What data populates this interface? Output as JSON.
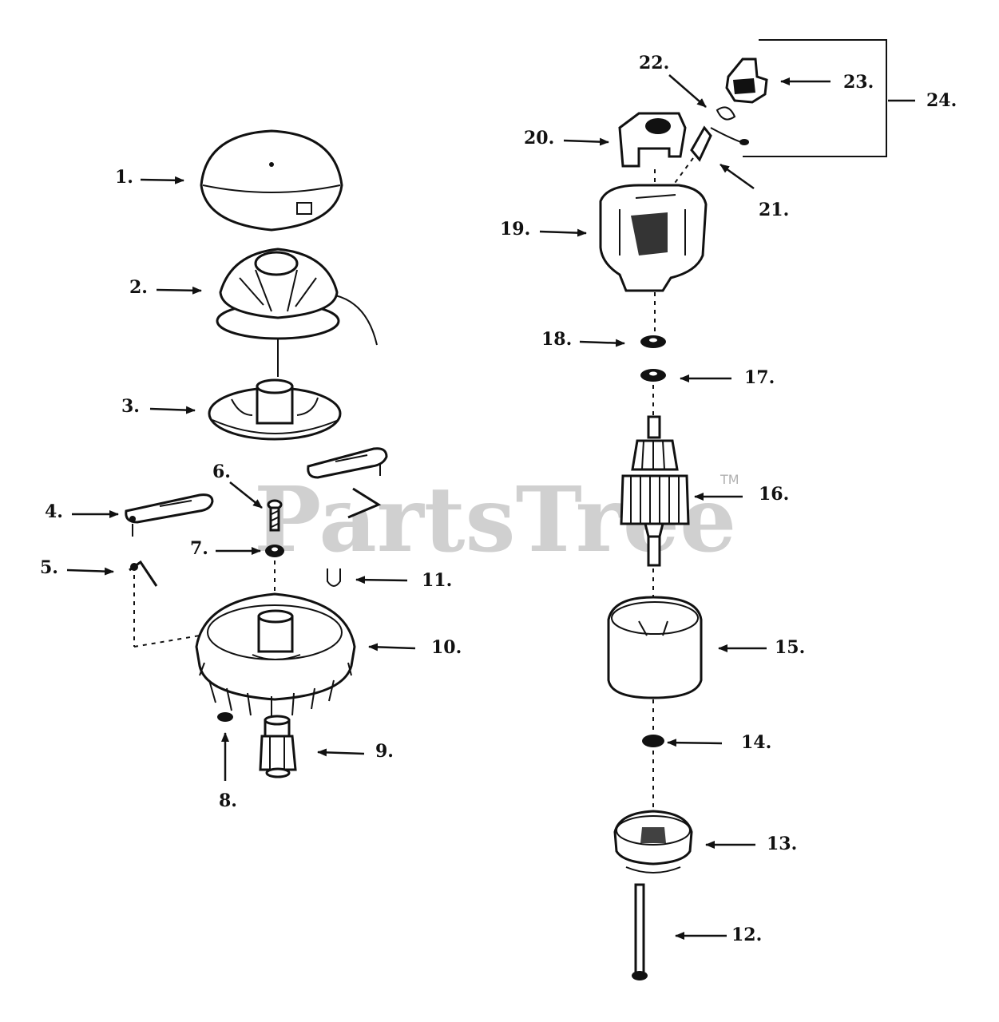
{
  "watermark": {
    "text": "PartsTree",
    "trademark": "TM"
  },
  "labels": {
    "p1": "1.",
    "p2": "2.",
    "p3": "3.",
    "p4": "4.",
    "p5": "5.",
    "p6": "6.",
    "p7": "7.",
    "p8": "8.",
    "p9": "9.",
    "p10": "10.",
    "p11": "11.",
    "p12": "12.",
    "p13": "13.",
    "p14": "14.",
    "p15": "15.",
    "p16": "16.",
    "p17": "17.",
    "p18": "18.",
    "p19": "19.",
    "p20": "20.",
    "p21": "21.",
    "p22": "22.",
    "p23": "23.",
    "p24": "24."
  }
}
